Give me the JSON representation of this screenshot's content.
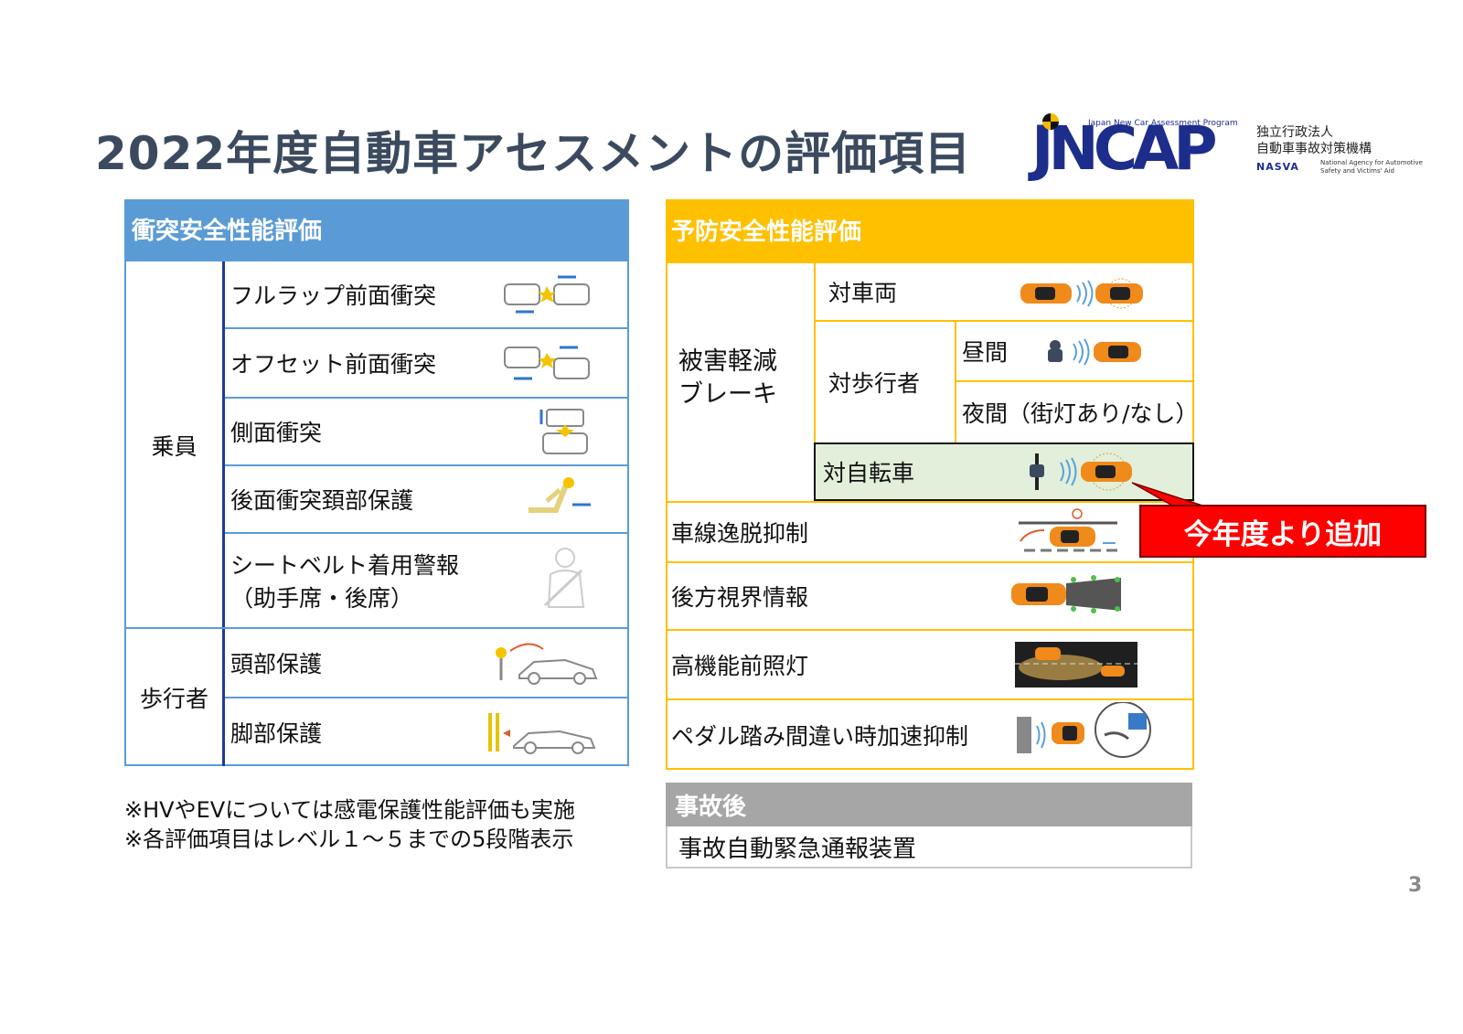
{
  "title": "2022年度自動車アセスメントの評価項目",
  "logo": {
    "program": "Japan New Car Assessment Program",
    "brand": "JNCAP",
    "org_line1": "独立行政法人",
    "org_line2": "自動車事故対策機構",
    "nasva": "NASVA",
    "nasva_en": "National Agency for Automotive Safety and Victims' Aid"
  },
  "left": {
    "header": "衝突安全性能評価",
    "groups": [
      {
        "label": "乗員",
        "items": [
          "フルラップ前面衝突",
          "オフセット前面衝突",
          "側面衝突",
          "後面衝突頚部保護",
          "シートベルト着用警報",
          "（助手席・後席）"
        ]
      },
      {
        "label": "歩行者",
        "items": [
          "頭部保護",
          "脚部保護"
        ]
      }
    ]
  },
  "right": {
    "header": "予防安全性能評価",
    "aeb_label_1": "被害軽減",
    "aeb_label_2": "ブレーキ",
    "vehicle": "対車両",
    "pedestrian": "対歩行者",
    "daytime": "昼間",
    "night": "夜間（街灯あり/なし）",
    "bicycle": "対自転車",
    "lane": "車線逸脱抑制",
    "rear": "後方視界情報",
    "headlight": "高機能前照灯",
    "pedal": "ペダル踏み間違い時加速抑制"
  },
  "post": {
    "header": "事故後",
    "item": "事故自動緊急通報装置"
  },
  "callout": "今年度より追加",
  "notes": [
    "※HVやEVについては感電保護性能評価も実施",
    "※各評価項目はレベル１～５までの5段階表示"
  ],
  "page_number": "3"
}
